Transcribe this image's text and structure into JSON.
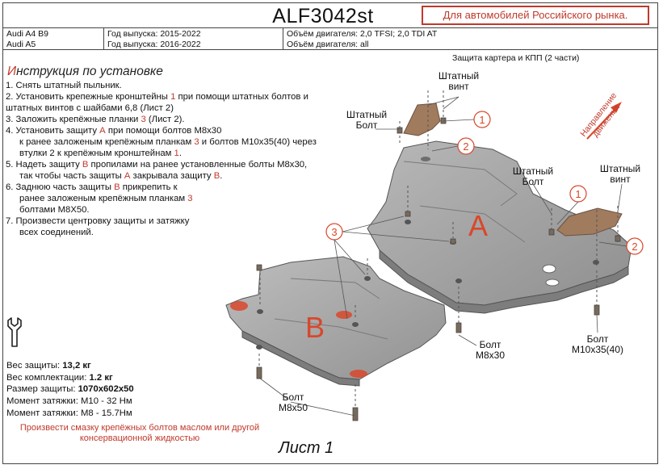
{
  "title": "ALF3042st",
  "market_note": "Для автомобилей Российского рынка.",
  "cars": [
    {
      "model": "Audi A4 B9",
      "year": "Год выпуска: 2015-2022",
      "engine": "Объём двигателя: 2,0 TFSI; 2,0 TDI AT"
    },
    {
      "model": "Audi A5",
      "year": "Год выпуска: 2016-2022",
      "engine": "Объём двигателя: all"
    }
  ],
  "subtitle": "Защита картера и КПП (2 части)",
  "instructions_heading_first": "И",
  "instructions_heading_rest": "нструкция по установке",
  "steps": {
    "s1": "1.  Снять штатный пыльник.",
    "s2a": "2.  Установить крепежные кронштейны ",
    "s2n": "1",
    "s2b": " при помощи штатных болтов и",
    "s2c": "штатных винтов с шайбами 6,8 (Лист 2)",
    "s3a": "3.  Заложить крепёжные планки ",
    "s3n": "3",
    "s3b": " (Лист 2).",
    "s4a": "4.  Установить защиту ",
    "s4n": "А",
    "s4b": " при помощи болтов М8х30",
    "s4c": "к ранее заложеным крепёжным планкам ",
    "s4n2": "3",
    "s4d": " и болтов М10х35(40) через",
    "s4e": "втулки 2 к крепёжным кронштейнам ",
    "s4n3": "1",
    "s4f": ".",
    "s5a": "5.  Надеть защиту ",
    "s5n": "В",
    "s5b": " пропилами на ранее установленные  болты М8х30,",
    "s5c": "так чтобы часть защиты ",
    "s5n2": "А",
    "s5d": " закрывала защиту ",
    "s5n3": "В",
    "s5e": ".",
    "s6a": "6.    Заднюю часть защиты ",
    "s6n": "В",
    "s6b": " прикрепить к",
    "s6c": "ранее заложеным крепёжным планкам ",
    "s6n2": "3",
    "s6d": "болтами М8Х50.",
    "s7a": "7.  Произвести центровку защиты и затяжку",
    "s7b": "всех соединений."
  },
  "specs": {
    "weight_label": "Вес защиты: ",
    "weight": "13,2 кг",
    "kit_label": "Вес комплектации: ",
    "kit": "1.2 кг",
    "size_label": "Размер защиты: ",
    "size": "1070х602х50",
    "torque1_label": "Момент затяжки:  ",
    "torque1": "М10 - 32 Нм",
    "torque2_label": "Момент затяжки:  ",
    "torque2": "М8 - 15.7Нм"
  },
  "note_line1": "Произвести смазку крепёжных болтов маслом или другой",
  "note_line2": "консервационной жидкостью",
  "sheet": "Лист 1",
  "diagram": {
    "label_shtat_vint": [
      "Штатный",
      "винт"
    ],
    "label_shtat_bolt": [
      "Штатный",
      "Болт"
    ],
    "label_bolt_m8x30": [
      "Болт",
      "М8х30"
    ],
    "label_bolt_m10": [
      "Болт",
      "М10х35(40)"
    ],
    "label_bolt_m8x50": [
      "Болт",
      "М8х50"
    ],
    "part_a": "A",
    "part_b": "B",
    "callout_1": "1",
    "callout_2": "2",
    "callout_3": "3",
    "direction": [
      "Направление",
      "движения"
    ],
    "colors": {
      "plate": "#a8a8a8",
      "bracket": "#a07b5e",
      "accent": "#d9472b"
    }
  }
}
